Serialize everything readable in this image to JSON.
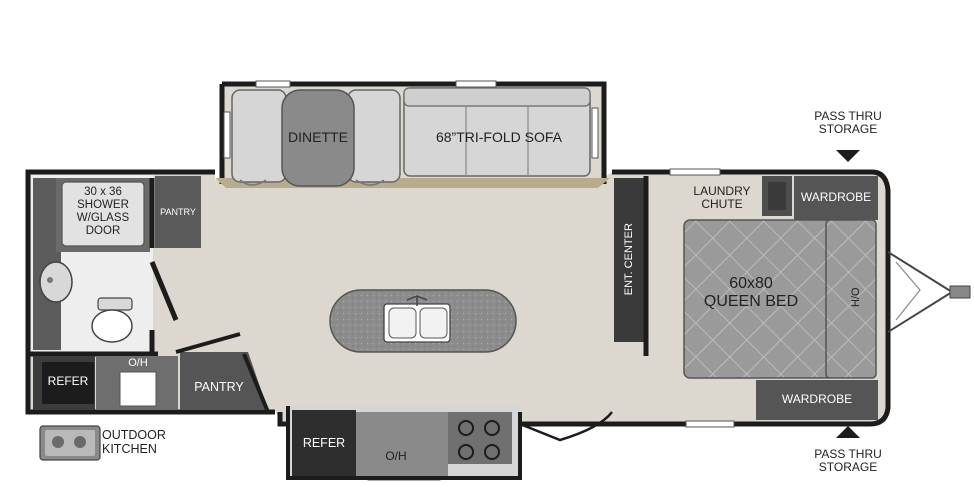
{
  "labels": {
    "dinette": "DINETTE",
    "sofa": "68”TRI-FOLD SOFA",
    "shower": "30 x 36\nSHOWER\nW/GLASS\nDOOR",
    "pantry_small": "PANTRY",
    "laundry": "LAUNDRY\nCHUTE",
    "wardrobe_top": "WARDROBE",
    "wardrobe_bottom": "WARDROBE",
    "ent_center": "ENT. CENTER",
    "bed": "60x80\nQUEEN BED",
    "ho": "H/O",
    "refer_bath": "REFER",
    "oh_bath": "O/H",
    "pantry_large": "PANTRY",
    "outdoor_kitchen": "OUTDOOR\nKITCHEN",
    "refer_kitchen": "REFER",
    "oh_kitchen": "O/H",
    "pass_thru_top": "PASS THRU\nSTORAGE",
    "pass_thru_bottom": "PASS THRU\nSTORAGE"
  },
  "colors": {
    "floor": "#ddd8cf",
    "wall": "#1c1c1c",
    "cabinet_dark": "#4a4a4a",
    "cabinet_mid": "#7d7d7d",
    "upholstery": "#d6d6d6",
    "bed": "#9d9d9d",
    "counter": "#8a8a8a",
    "slide_trim": "#b8ab8e"
  }
}
